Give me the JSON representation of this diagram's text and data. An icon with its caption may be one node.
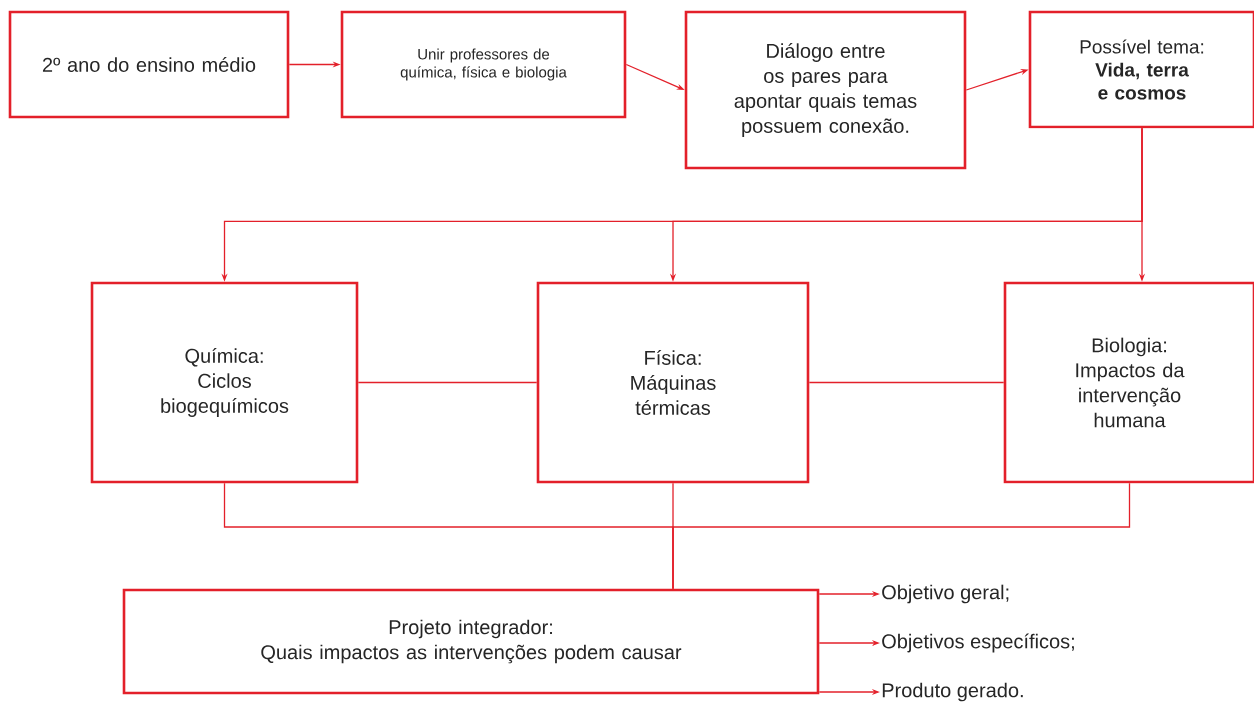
{
  "diagram": {
    "nodes": [
      {
        "text": [
          "2º ano do ensino médio"
        ]
      },
      {
        "text": [
          "Unir professores de química, física e biologia"
        ]
      },
      {
        "text": [
          "Diálogo entre os pares para apontar quais temas possuem conexão."
        ]
      },
      {
        "text": [
          "Possível tema:",
          "Vida, terra e cosmos"
        ]
      },
      {
        "text": [
          "Química:",
          "Ciclos biogequímicos"
        ]
      },
      {
        "text": [
          "Física:",
          "Máquinas térmicas"
        ]
      },
      {
        "text": [
          "Biologia:",
          "Impactos da intervenção humana"
        ]
      },
      {
        "text": [
          "Projeto integrador:",
          "Quais impactos as intervenções podem causar"
        ]
      },
      {
        "text": [
          "Objetivo geral;"
        ]
      },
      {
        "text": [
          "Objetivos específicos;"
        ]
      },
      {
        "text": [
          "Produto gerado."
        ]
      }
    ],
    "edges": [
      {
        "from": 0,
        "to": 1,
        "arrow": "to"
      },
      {
        "from": 1,
        "to": 2,
        "arrow": "to"
      },
      {
        "from": 2,
        "to": 3,
        "arrow": "to"
      },
      {
        "from": 3,
        "to": 4,
        "arrow": "to"
      },
      {
        "from": 3,
        "to": 5,
        "arrow": "to"
      },
      {
        "from": 3,
        "to": 6,
        "arrow": "to"
      },
      {
        "from": 4,
        "to": 5,
        "arrow": "none"
      },
      {
        "from": 5,
        "to": 6,
        "arrow": "none"
      },
      {
        "from": 4,
        "to": 7,
        "arrow": "none"
      },
      {
        "from": 5,
        "to": 7,
        "arrow": "none"
      },
      {
        "from": 6,
        "to": 7,
        "arrow": "none"
      },
      {
        "from": 7,
        "to": 8,
        "arrow": "to"
      },
      {
        "from": 7,
        "to": 9,
        "arrow": "to"
      },
      {
        "from": 7,
        "to": 10,
        "arrow": "to"
      }
    ]
  }
}
